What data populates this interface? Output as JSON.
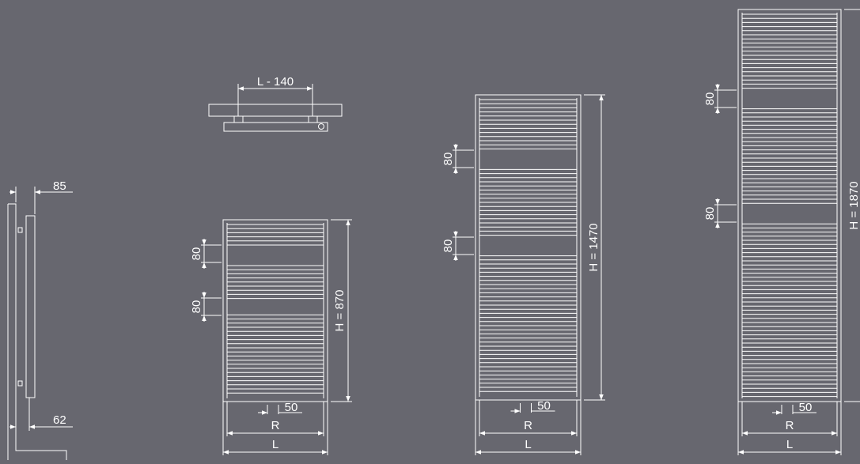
{
  "colors": {
    "background": "#67676f",
    "line": "#ffffff"
  },
  "side_view": {
    "depth_label": "85",
    "offset_label": "62"
  },
  "top_view": {
    "spacing_label": "L - 140"
  },
  "radiators": [
    {
      "height_label": "H = 870",
      "gap_labels": [
        "80",
        "80"
      ],
      "pipe_label": "50",
      "r_label": "R",
      "l_label": "L"
    },
    {
      "height_label": "H = 1470",
      "gap_labels": [
        "80",
        "80"
      ],
      "pipe_label": "50",
      "r_label": "R",
      "l_label": "L"
    },
    {
      "height_label": "H = 1870",
      "gap_labels": [
        "80",
        "80"
      ],
      "pipe_label": "50",
      "r_label": "R",
      "l_label": "L"
    }
  ]
}
